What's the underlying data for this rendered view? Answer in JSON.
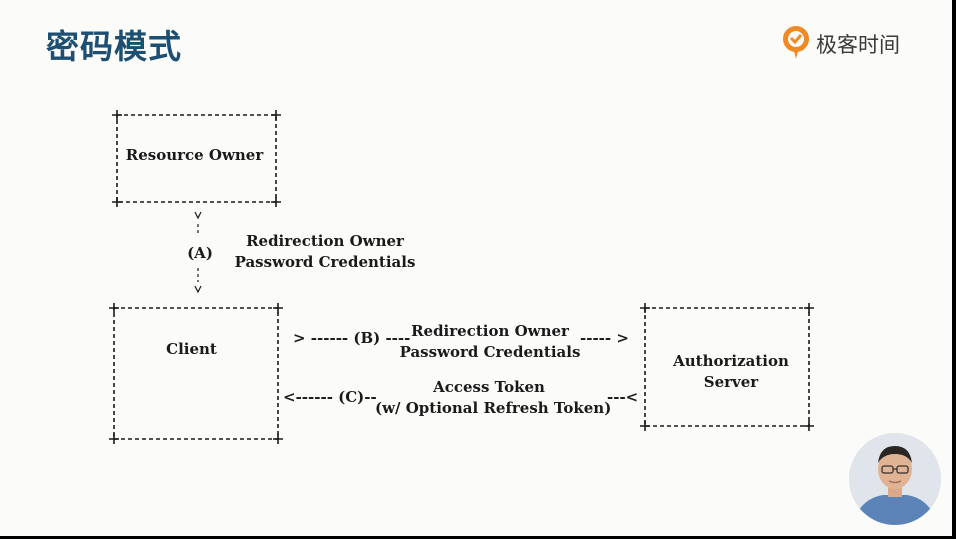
{
  "slide": {
    "title": "密码模式",
    "logo_text": "极客时间"
  },
  "diagram": {
    "nodes": {
      "resource_owner": "Resource Owner",
      "client": "Client",
      "authorization_server_line1": "Authorization",
      "authorization_server_line2": "Server"
    },
    "step_a": {
      "label": "(A)",
      "text_line1": "Redirection Owner",
      "text_line2": "Password Credentials"
    },
    "step_b": {
      "arrow_left": "> ------ (B) ----",
      "text_line1": "Redirection Owner",
      "text_line2": "Password Credentials",
      "arrow_right": "----- >"
    },
    "step_c": {
      "arrow_left": "<------ (C)--",
      "text_line1": "Access Token",
      "text_line2": "(w/ Optional Refresh Token)",
      "arrow_right": "---<"
    }
  },
  "colors": {
    "title": "#1d4f73",
    "logo_accent": "#f08a24",
    "background": "#fbfbf9",
    "diagram_ink": "#1a1a1a"
  }
}
